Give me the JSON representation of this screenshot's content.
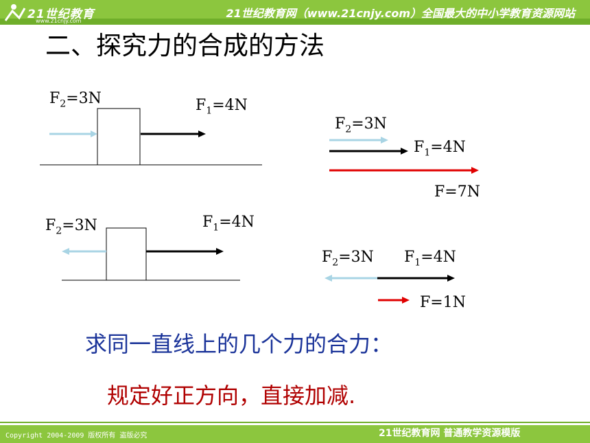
{
  "header": {
    "logo_text": "21世纪教育",
    "logo_sub": "www.21cnjy.com",
    "slogan": "21世纪教育网（www.21cnjy.com）全国最大的中小学教育资源网站"
  },
  "title": "二、探究力的合成的方法",
  "diagrams": {
    "d1": {
      "f2": {
        "sym": "F",
        "sub": "2",
        "val": "=3N"
      },
      "f1": {
        "sym": "F",
        "sub": "1",
        "val": "=4N"
      }
    },
    "d2": {
      "f2": {
        "sym": "F",
        "sub": "2",
        "val": "=3N"
      },
      "f1": {
        "sym": "F",
        "sub": "1",
        "val": "=4N"
      },
      "result": "F=7N"
    },
    "d3": {
      "f2": {
        "sym": "F",
        "sub": "2",
        "val": "=3N"
      },
      "f1": {
        "sym": "F",
        "sub": "1",
        "val": "=4N"
      }
    },
    "d4": {
      "f2": {
        "sym": "F",
        "sub": "2",
        "val": "=3N"
      },
      "f1": {
        "sym": "F",
        "sub": "1",
        "val": "=4N"
      },
      "result": "F=1N"
    }
  },
  "rule": {
    "line1": "求同一直线上的几个力的合力：",
    "line2": "规定好正方向，直接加减."
  },
  "footer": {
    "copyright": "Copyright 2004-2009 版权所有 盗版必究",
    "brand": "21世纪教育网    普通教学资源模版"
  },
  "colors": {
    "header_green": "#8cc63e",
    "f2_arrow": "#a8d4e4",
    "f1_arrow": "#000000",
    "result_arrow": "#e00000",
    "rule_line1": "#1a3399",
    "rule_line2": "#b00000"
  }
}
